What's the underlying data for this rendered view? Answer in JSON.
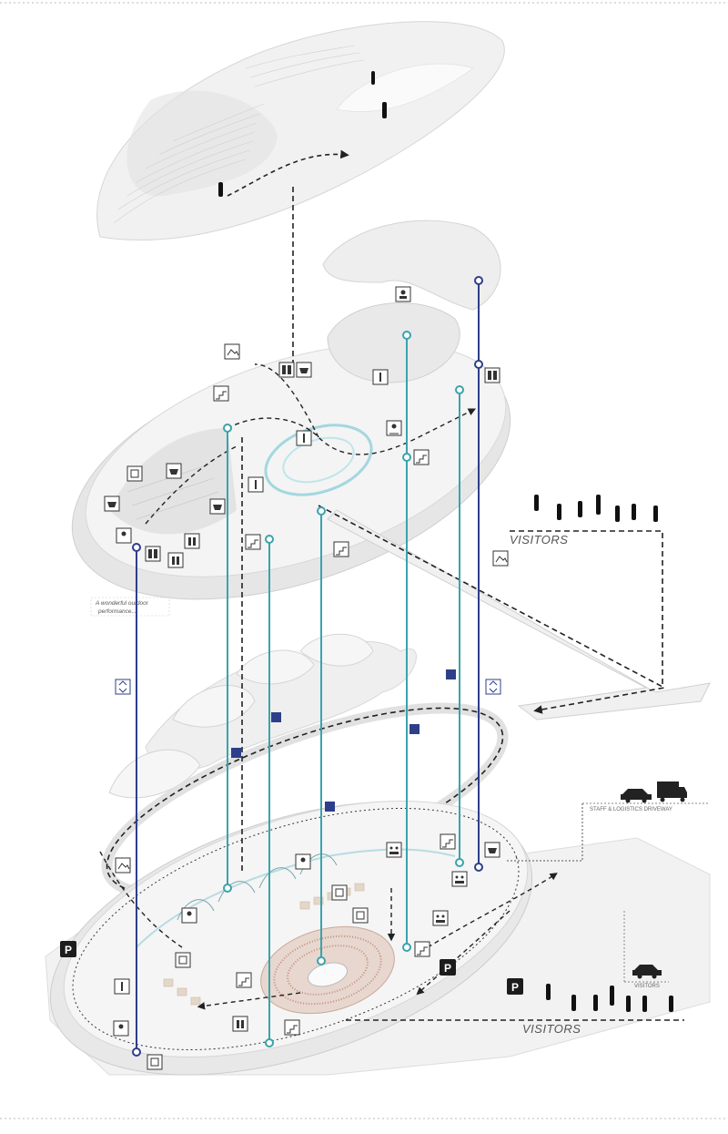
{
  "labels": {
    "visitors_upper": "VISITORS",
    "visitors_lower": "VISITORS",
    "visitors_car": "VISITORS",
    "staff_driveway": "STAFF & LOGISTICS DRIVEWAY",
    "outdoor_note_1": "A wonderful outdoor",
    "outdoor_note_2": "performance...",
    "parking": "P"
  },
  "colors": {
    "teal": "#3aa3ad",
    "navy": "#2d3f8a",
    "floor": "#e9e9e9",
    "floor_edge": "#cfcfcf",
    "dash": "#222222"
  },
  "icons": [
    "gallery-icon",
    "stairs-icon",
    "elevator-icon",
    "restroom-icon",
    "cafe-icon",
    "shop-icon",
    "auditorium-icon",
    "info-icon",
    "performance-icon",
    "exhibit-icon"
  ]
}
